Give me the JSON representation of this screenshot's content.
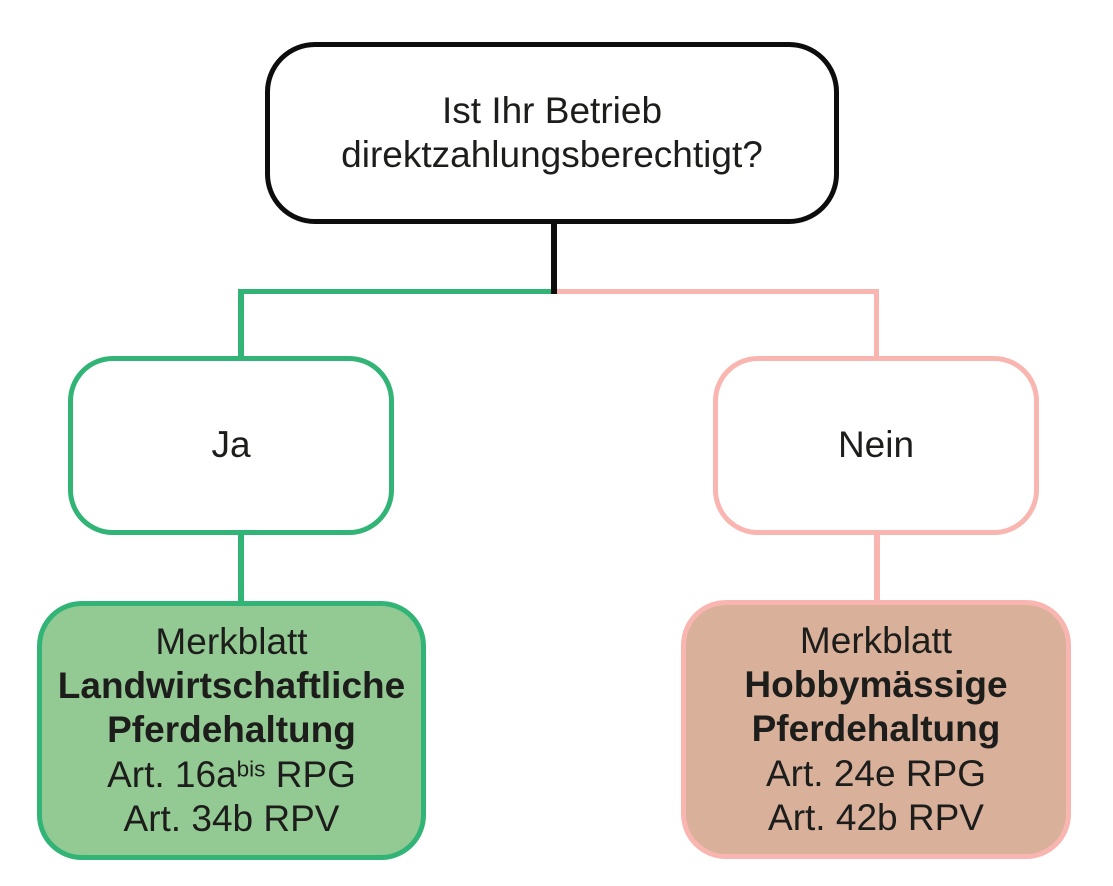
{
  "diagram": {
    "question": {
      "lines": [
        "Ist Ihr Betrieb",
        "direktzahlungsberechtigt?"
      ]
    },
    "yes": {
      "label": "Ja"
    },
    "no": {
      "label": "Nein"
    },
    "result_yes": {
      "intro": "Merkblatt",
      "title_lines": [
        "Landwirtschaftliche",
        "Pferdehaltung"
      ],
      "ref1_prefix": "Art. 16a",
      "ref1_sup": "bis",
      "ref1_suffix": " RPG",
      "ref2": "Art. 34b RPV"
    },
    "result_no": {
      "intro": "Merkblatt",
      "title_lines": [
        "Hobbymässige",
        "Pferdehaltung"
      ],
      "ref1": "Art. 24e RPG",
      "ref2": "Art. 42b RPV"
    }
  },
  "colors": {
    "black": "#0d0d0d",
    "text": "#1d1d1b",
    "green": "#32b476",
    "green_fill": "#93ca94",
    "pink": "#f9b6b1",
    "tan_fill": "#d9b19b",
    "background": "#ffffff"
  }
}
